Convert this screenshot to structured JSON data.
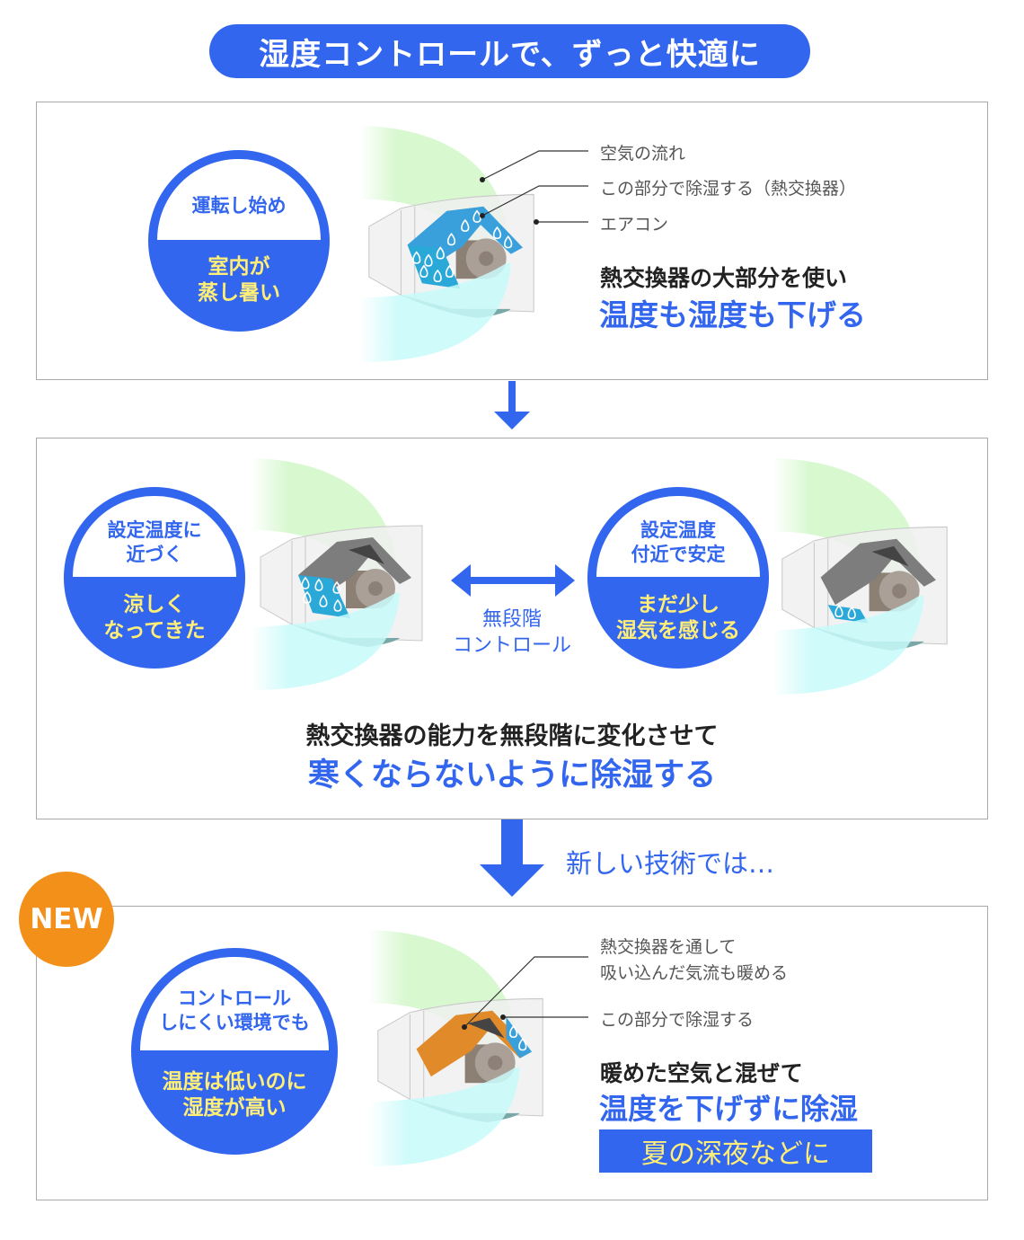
{
  "title": "湿度コントロールで、ずっと快適に",
  "colors": {
    "blue": "#3366ee",
    "yellow": "#ffee77",
    "orange": "#f39019"
  },
  "panel1": {
    "circle": {
      "top": "運転し始め",
      "bottom": [
        "室内が",
        "蒸し暑い"
      ]
    },
    "labels": [
      "空気の流れ",
      "この部分で除湿する（熱交換器）",
      "エアコン"
    ],
    "headline": "熱交換器の大部分を使い",
    "highlight": "温度も湿度も下げる"
  },
  "panel2": {
    "circle_left": {
      "top": [
        "設定温度に",
        "近づく"
      ],
      "bottom": [
        "涼しく",
        "なってきた"
      ]
    },
    "circle_right": {
      "top": [
        "設定温度",
        "付近で安定"
      ],
      "bottom": [
        "まだ少し",
        "湿気を感じる"
      ]
    },
    "arrow_label": [
      "無段階",
      "コントロール"
    ],
    "headline": "熱交換器の能力を無段階に変化させて",
    "highlight": "寒くならないように除湿する"
  },
  "transition": "新しい技術では…",
  "panel3": {
    "badge": "NEW",
    "circle": {
      "top": [
        "コントロール",
        "しにくい環境でも"
      ],
      "bottom": [
        "温度は低いのに",
        "湿度が高い"
      ]
    },
    "labels": [
      [
        "熱交換器を通して",
        "吸い込んだ気流も暖める"
      ],
      "この部分で除湿する"
    ],
    "headline": "暖めた空気と混ぜて",
    "highlight": "温度を下げずに除湿",
    "tag": "夏の深夜などに"
  }
}
